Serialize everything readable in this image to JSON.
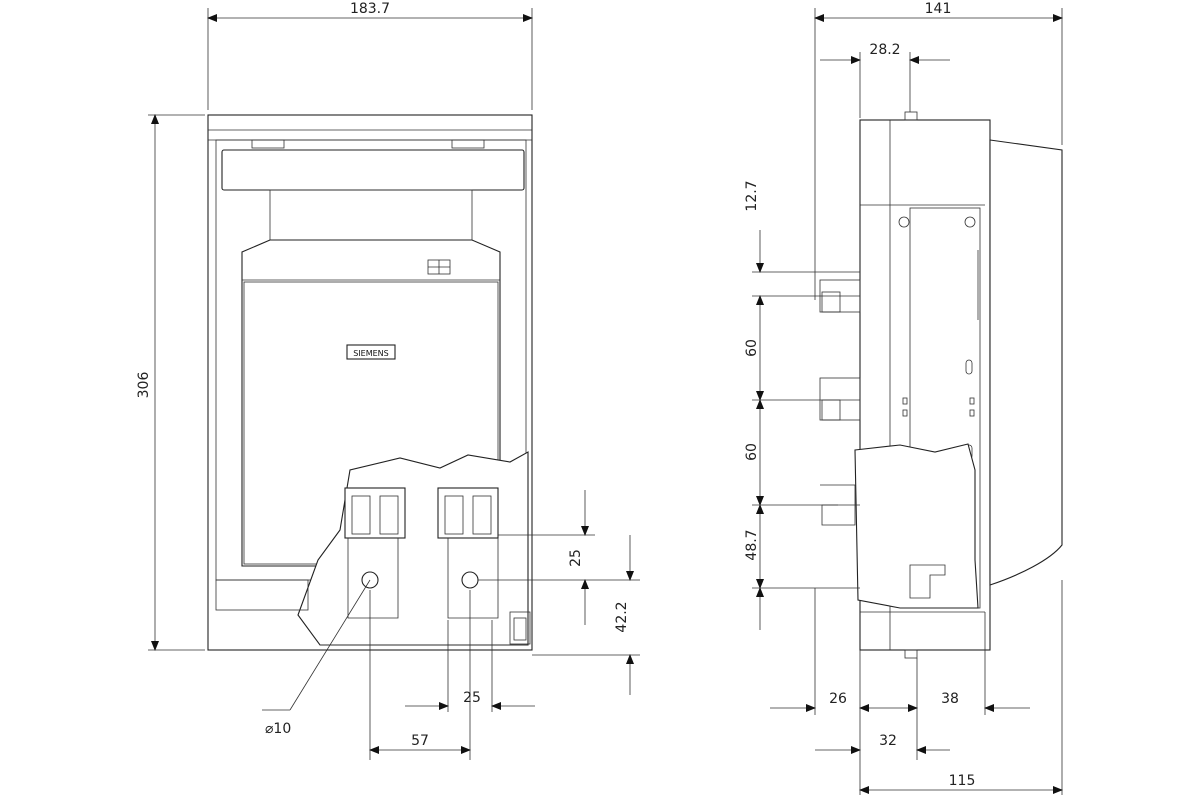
{
  "front_view": {
    "width_dim": "183.7",
    "height_dim": "306",
    "hole_dim": "⌀10",
    "spacing_dim": "57",
    "terminal_width_dim": "25",
    "terminal_height_dim": "25",
    "bottom_offset_dim": "42.2",
    "brand_label": "SIEMENS"
  },
  "side_view": {
    "depth_dim": "141",
    "offset_top_dim": "28.2",
    "rail_top_dim": "12.7",
    "pitch_1_dim": "60",
    "pitch_2_dim": "60",
    "rail_bottom_dim": "48.7",
    "left_bottom_dim": "26",
    "right_bottom_dim": "38",
    "middle_bottom_dim": "32",
    "body_depth_dim": "115"
  }
}
